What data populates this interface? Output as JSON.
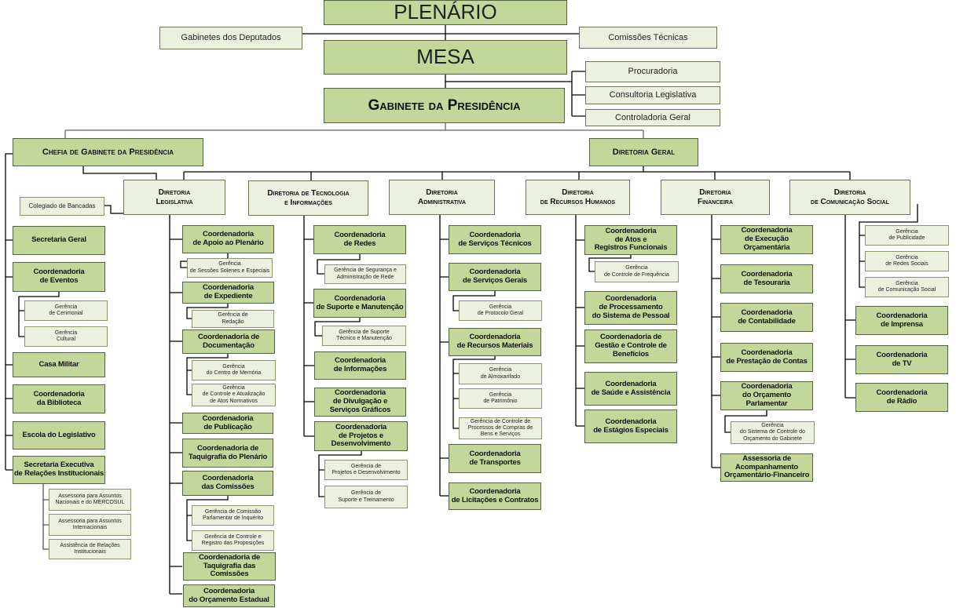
{
  "top": {
    "plenario": "PLENÁRIO",
    "gabinetes": "Gabinetes dos Deputados",
    "comissoes": "Comissões Técnicas",
    "mesa": "MESA",
    "procuradoria": "Procuradoria",
    "consultoria": "Consultoria Legislativa",
    "controladoria": "Controladoria Geral",
    "gabinete_presidencia": "Gabinete da Presidência",
    "chefia": "Chefia de Gabinete da Presidência",
    "diretoria_geral": "Diretoria Geral",
    "colegiado": "Colegiado de Bancadas"
  },
  "chefia_units": [
    "Secretaria Geral",
    "Coordenadoria\nde Eventos",
    "Gerência\nde Cerimonial",
    "Gerência\nCultural",
    "Casa Militar",
    "Coordenadoria\nda Biblioteca",
    "Escola do Legislativo",
    "Secretaria Executiva\nde Relações Institucionais",
    "Assessoria para Assuntos\nNacionais e do MERCOSUL",
    "Assessoria para Assuntos\nInternacionais",
    "Assistência de Relações\nInstitucionais"
  ],
  "legislativa": {
    "title": "Diretoria\nLegislativa",
    "units": [
      "Coordenadoria\nde Apoio ao Plenário",
      "Gerência\nde Sessões Solenes e Especiais",
      "Coordenadoria\nde Expediente",
      "Gerência de\nRedação",
      "Coordenadoria de\nDocumentação",
      "Gerência\ndo Centro de Memória",
      "Gerência\nde Controle e Atualização\nde Atos Normativos",
      "Coordenadoria\nde Publicação",
      "Coordenadoria de\nTaquigrafia do Plenário",
      "Coordenadoria\ndas Comissões",
      "Gerência de Comissão\nParlamentar de Inquérito",
      "Gerência de Controle e\nRegistro das Proposições",
      "Coordenadoria de\nTaquigrafia das Comissões",
      "Coordenadoria\ndo Orçamento Estadual"
    ]
  },
  "tecnologia": {
    "title": "Diretoria de Tecnologia\ne Informações",
    "units": [
      "Coordenadoria\nde Redes",
      "Gerência de Segurança e\nAdministração de Rede",
      "Coordenadoria\nde Suporte e Manutenção",
      "Gerência de Suporte\nTécnico e Manutenção",
      "Coordenadoria\nde Informações",
      "Coordenadoria\nde Divulgação e\nServiços Gráficos",
      "Coordenadoria\nde Projetos e\nDesenvolvimento",
      "Gerência de\nProjetos e Desenvolvimento",
      "Gerência de\nSuporte e Treinamento"
    ]
  },
  "administrativa": {
    "title": "Diretoria\nAdministrativa",
    "units": [
      "Coordenadoria\nde Serviços Técnicos",
      "Coordenadoria\nde Serviços Gerais",
      "Gerência\nde Protocolo Geral",
      "Coordenadoria\nde Recursos Materiais",
      "Gerência\nde Almoxarifado",
      "Gerência\nde Patrimônio",
      "Gerência de Controle de\nProcessos de Compras de\nBens e Serviços",
      "Coordenadoria\nde Transportes",
      "Coordenadoria\nde Licitações e Contratos"
    ]
  },
  "rh": {
    "title": "Diretoria\nde Recursos Humanos",
    "units": [
      "Coordenadoria\nde Atos e\nRegistros Funcionais",
      "Gerência\nde Controle de Frequência",
      "Coordenadoria\nde Processamento\ndo Sistema de Pessoal",
      "Coordenadoria de\nGestão e Controle de\nBenefícios",
      "Coordenadoria\nde Saúde e Assistência",
      "Coordenadoria\nde Estágios Especiais"
    ]
  },
  "financeira": {
    "title": "Diretoria\nFinanceira",
    "units": [
      "Coordenadoria\nde Execução Orçamentária",
      "Coordenadoria\nde Tesouraria",
      "Coordenadoria\nde Contabilidade",
      "Coordenadoria\nde Prestação de Contas",
      "Coordenadoria\ndo Orçamento Parlamentar",
      "Gerência\ndo Sistema de Controle do\nOrçamento do Gabinete",
      "Assessoria de\nAcompanhamento\nOrçamentário-Financeiro"
    ]
  },
  "comunicacao": {
    "title": "Diretoria\nde Comunicação Social",
    "units": [
      "Gerência\nde Publicidade",
      "Gerência\nde Redes Sociais",
      "Gerência\nde Comunicação Social",
      "Coordenadoria\nde Imprensa",
      "Coordenadoria\nde TV",
      "Coordenadoria\nde Rádio"
    ]
  },
  "colors": {
    "dark_box": "#c4d79b",
    "light_box": "#ebf1de",
    "border": "#55623f"
  }
}
